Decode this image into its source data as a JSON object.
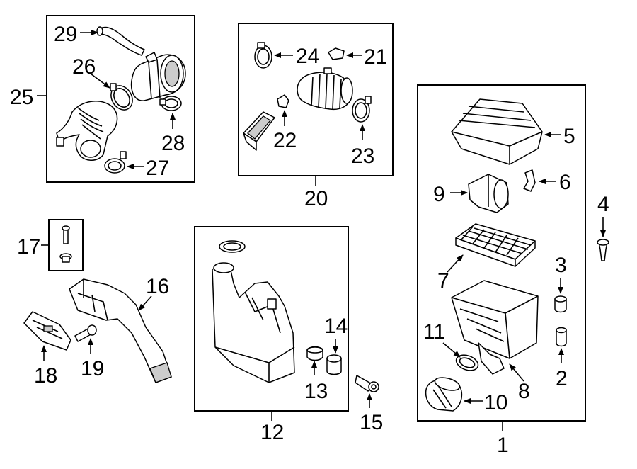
{
  "diagram": {
    "callouts": {
      "c1": "1",
      "c2": "2",
      "c3": "3",
      "c4": "4",
      "c5": "5",
      "c6": "6",
      "c7": "7",
      "c8": "8",
      "c9": "9",
      "c10": "10",
      "c11": "11",
      "c12": "12",
      "c13": "13",
      "c14": "14",
      "c15": "15",
      "c16": "16",
      "c17": "17",
      "c18": "18",
      "c19": "19",
      "c20": "20",
      "c21": "21",
      "c22": "22",
      "c23": "23",
      "c24": "24",
      "c25": "25",
      "c26": "26",
      "c27": "27",
      "c28": "28",
      "c29": "29"
    }
  }
}
